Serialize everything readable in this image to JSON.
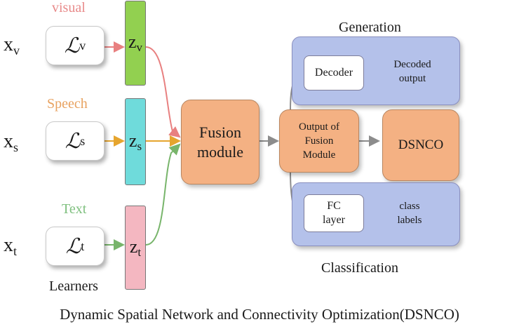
{
  "inputs": [
    {
      "symbol": "x",
      "sub": "v",
      "label": "visual",
      "learner_sub": "v",
      "z": "z",
      "z_sub": "v",
      "colors": {
        "label": "#e88a8a",
        "bar": "#92d050",
        "arrow": "#e88080"
      }
    },
    {
      "symbol": "x",
      "sub": "s",
      "label": "Speech",
      "learner_sub": "s",
      "z": "z",
      "z_sub": "s",
      "colors": {
        "label": "#e8a260",
        "bar": "#6fdbdb",
        "arrow": "#e6a52e"
      }
    },
    {
      "symbol": "x",
      "sub": "t",
      "label": "Text",
      "learner_sub": "t",
      "z": "z",
      "z_sub": "t",
      "colors": {
        "label": "#7fc07f",
        "bar": "#f4b7c1",
        "arrow": "#78b56b"
      }
    }
  ],
  "learner_symbol": "ℒ",
  "learners_caption": "Learners",
  "fusion": {
    "line1": "Fusion",
    "line2": "module"
  },
  "output": {
    "line1": "Output of",
    "line2": "Fusion",
    "line3": "Module"
  },
  "dsnco": "DSNCO",
  "generation": {
    "heading": "Generation",
    "box": "Decoder",
    "out1": "Decoded",
    "out2": "output"
  },
  "classification": {
    "heading": "Classification",
    "box1": "FC",
    "box2": "layer",
    "out1": "class",
    "out2": "labels"
  },
  "caption": "Dynamic Spatial Network and Connectivity Optimization(DSNCO)",
  "colors": {
    "orange": "#f4b183",
    "panel": "#b4c1ea",
    "arrow_gray": "#8c8c8c"
  }
}
